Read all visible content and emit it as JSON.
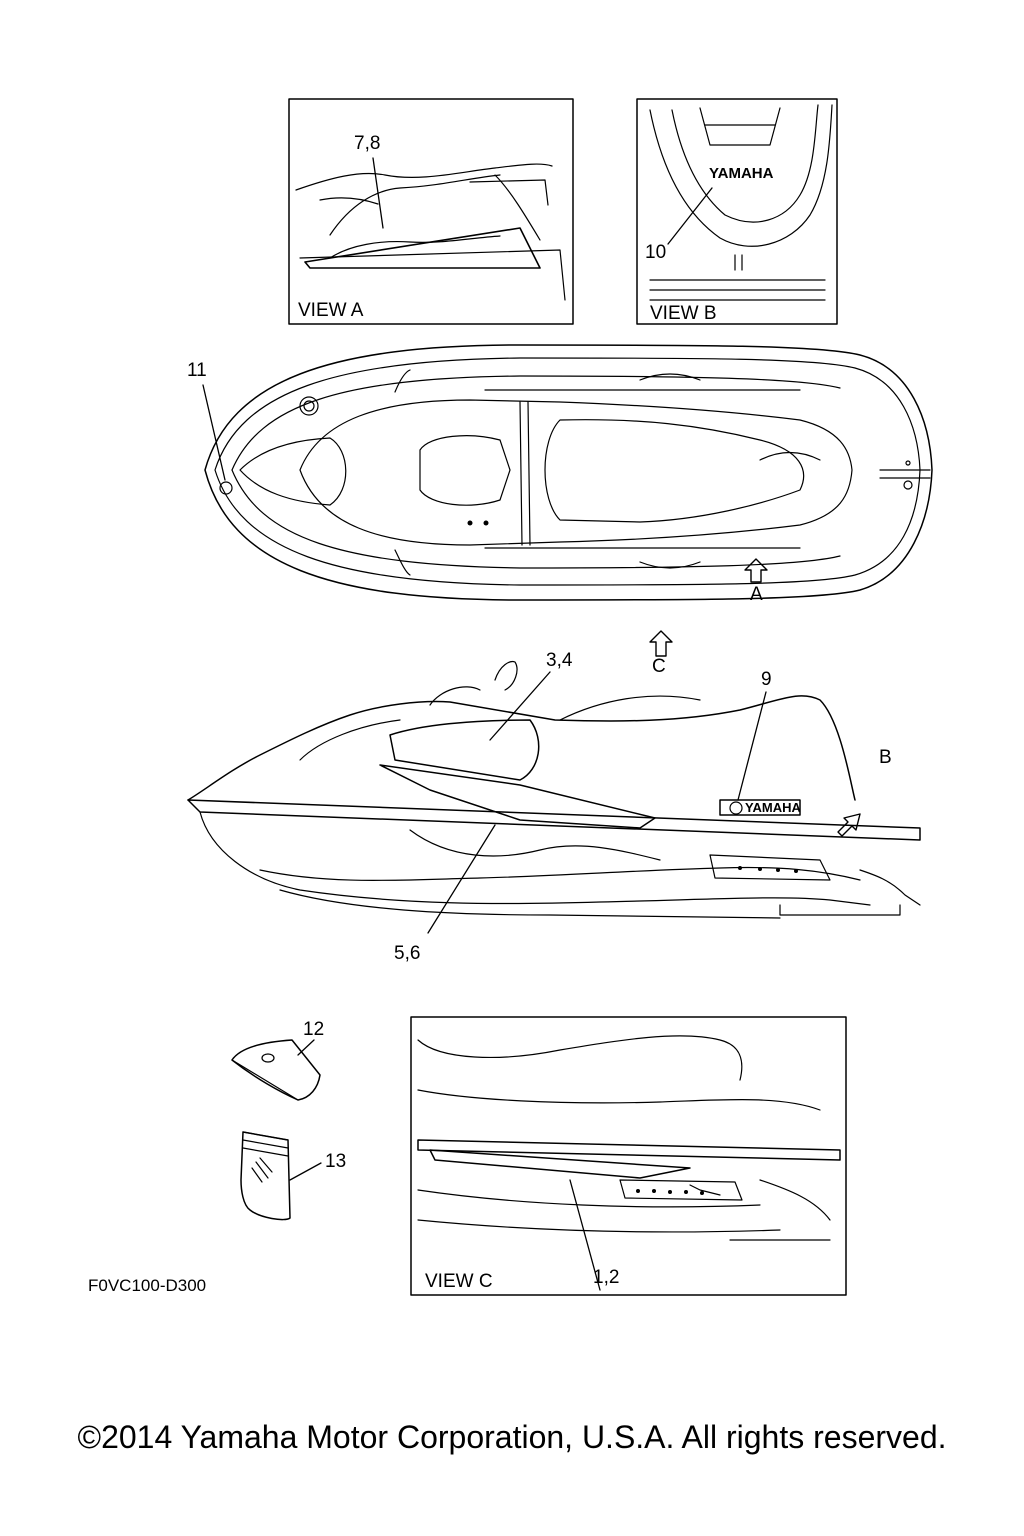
{
  "diagram_code": "F0VC100-D300",
  "copyright": "©2014 Yamaha Motor Corporation, U.S.A. All rights reserved.",
  "views": {
    "a": "VIEW A",
    "b": "VIEW B",
    "c": "VIEW C"
  },
  "arrows": {
    "a": "A",
    "b": "B",
    "c": "C"
  },
  "brand_decal": "YAMAHA",
  "callouts": {
    "c78": "7,8",
    "c10": "10",
    "c11": "11",
    "c34": "3,4",
    "c9": "9",
    "c56": "5,6",
    "c12": "12",
    "c13": "13",
    "c12b": "1,2"
  }
}
